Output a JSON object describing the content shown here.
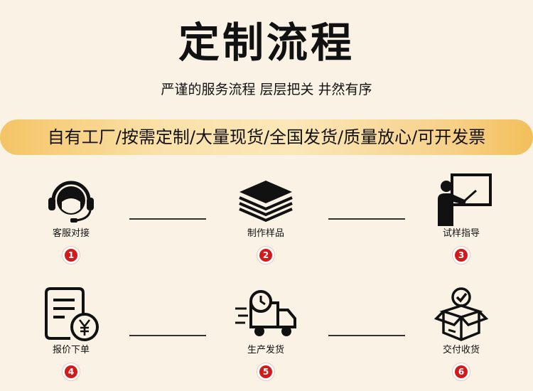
{
  "header": {
    "title": "定制流程",
    "subtitle": "严谨的服务流程 层层把关 井然有序",
    "banner": "自有工厂/按需定制/大量现货/全国发货/质量放心/可开发票"
  },
  "steps": [
    {
      "label": "客服对接",
      "number": "1",
      "icon": "customer-service-headset-icon"
    },
    {
      "label": "制作样品",
      "number": "2",
      "icon": "layered-samples-icon"
    },
    {
      "label": "试样指导",
      "number": "3",
      "icon": "teacher-blackboard-icon"
    },
    {
      "label": "报价下单",
      "number": "4",
      "icon": "quote-invoice-yen-icon"
    },
    {
      "label": "生产发货",
      "number": "5",
      "icon": "delivery-truck-icon"
    },
    {
      "label": "交付收货",
      "number": "6",
      "icon": "package-received-icon"
    }
  ],
  "colors": {
    "background": "#fbf2e6",
    "banner_accent": "#f4c465",
    "number_badge": "#d31a1a",
    "icon": "#111111"
  }
}
